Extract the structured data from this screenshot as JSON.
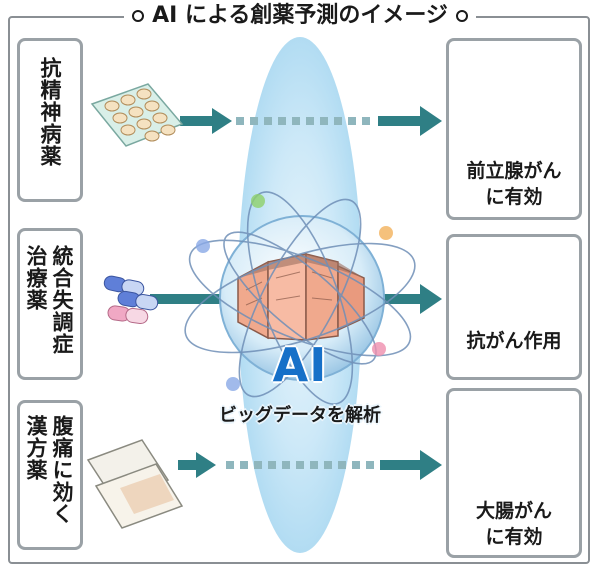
{
  "title": "AI による創薬予測のイメージ",
  "inputs": [
    {
      "label": "抗精神病薬"
    },
    {
      "label_lines": [
        "統合失調症",
        "治療薬"
      ]
    },
    {
      "label_lines": [
        "腹痛に効く",
        "漢方薬"
      ]
    }
  ],
  "outputs": [
    {
      "line1": "前立腺がん",
      "line2": "に有効"
    },
    {
      "line1": "抗がん作用"
    },
    {
      "line1": "大腸がん",
      "line2": "に有効"
    }
  ],
  "center": {
    "ai": "AI",
    "caption": "ビッグデータを解析"
  },
  "colors": {
    "arrow": "#2f7f85",
    "cancer_burst": "#e8411e",
    "organ": "#eab7c7",
    "glow": "#bfe2f6",
    "ai_text": "#1670c8"
  }
}
